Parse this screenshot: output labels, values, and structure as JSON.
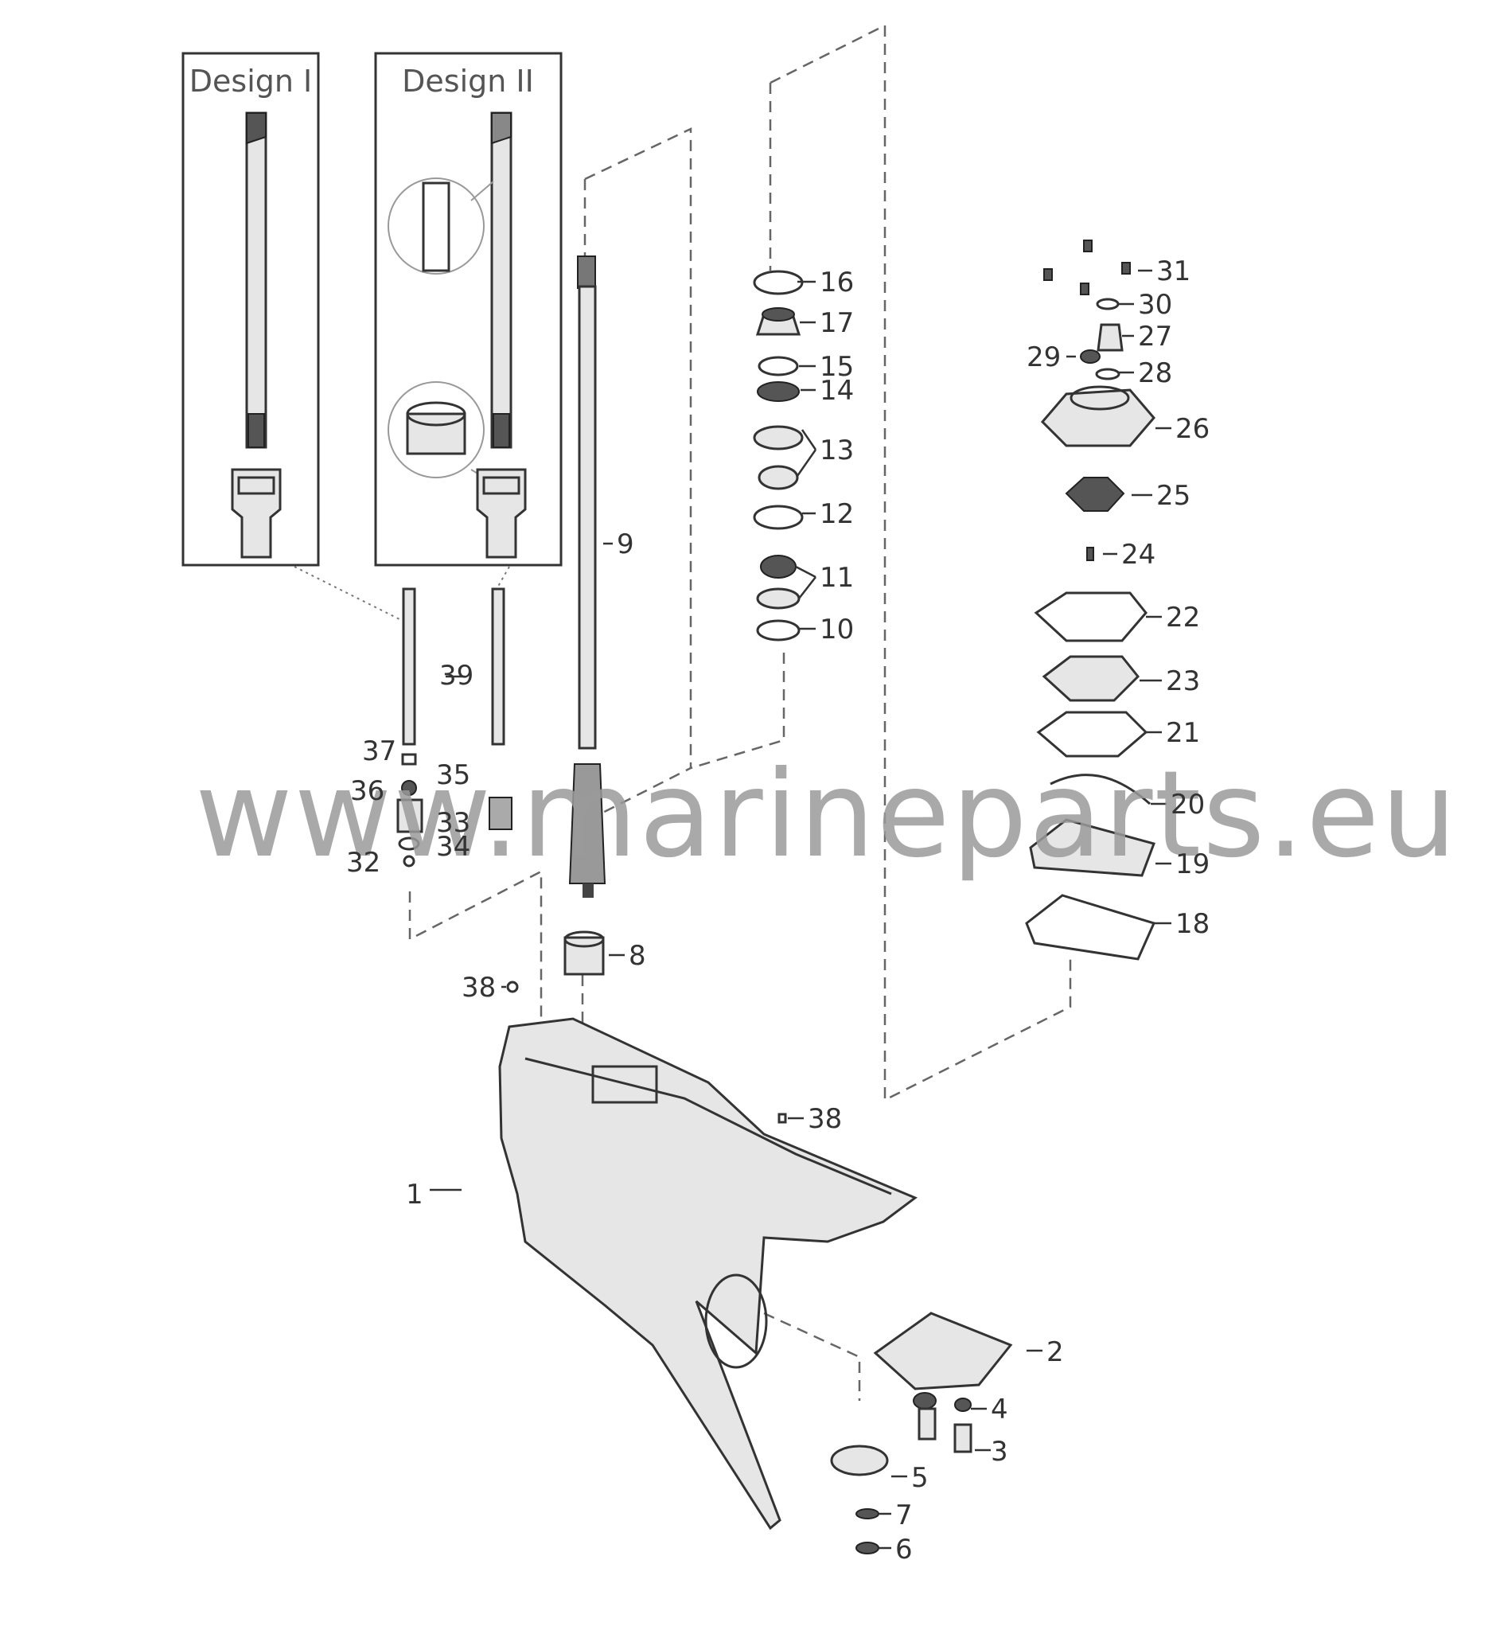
{
  "insets": {
    "design1": "Design I",
    "design2": "Design II"
  },
  "watermark": "www.marineparts.eu",
  "callouts": {
    "p1": "1",
    "p2": "2",
    "p3": "3",
    "p4": "4",
    "p5": "5",
    "p6": "6",
    "p7": "7",
    "p8": "8",
    "p9": "9",
    "p10": "10",
    "p11": "11",
    "p12": "12",
    "p13": "13",
    "p14": "14",
    "p15": "15",
    "p16": "16",
    "p17": "17",
    "p18": "18",
    "p19": "19",
    "p20": "20",
    "p21": "21",
    "p22": "22",
    "p23": "23",
    "p24": "24",
    "p25": "25",
    "p26": "26",
    "p27": "27",
    "p28": "28",
    "p29": "29",
    "p30": "30",
    "p31": "31",
    "p32": "32",
    "p33": "33",
    "p34": "34",
    "p35": "35",
    "p36": "36",
    "p37": "37",
    "p38a": "38",
    "p38b": "38",
    "p39": "39"
  }
}
